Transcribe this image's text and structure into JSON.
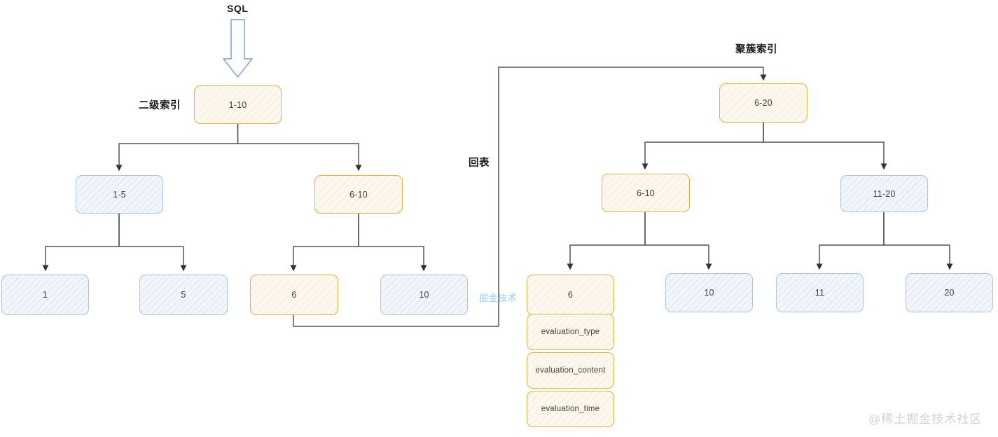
{
  "diagram": {
    "title_sql": "SQL",
    "annotations": {
      "secondary_index": "二级索引",
      "clustered_index": "聚簇索引",
      "back_to_table": "回表"
    },
    "colors": {
      "orange_border": "#e0b13c",
      "orange_fill": "#fdf8ee",
      "blue_border": "#a8c4e0",
      "blue_fill": "#f2f6fb",
      "edge": "#555555",
      "sql_arrow_border": "#8fa9d4",
      "watermark": "#d2d2d2",
      "watermark_blue": "#7ec8ef"
    },
    "secondary_index_tree": {
      "root": {
        "label": "1-10",
        "style": "orange"
      },
      "level2": [
        {
          "label": "1-5",
          "style": "blue"
        },
        {
          "label": "6-10",
          "style": "orange"
        }
      ],
      "leaves": [
        {
          "label": "1",
          "style": "blue"
        },
        {
          "label": "5",
          "style": "blue"
        },
        {
          "label": "6",
          "style": "orange"
        },
        {
          "label": "10",
          "style": "blue"
        }
      ]
    },
    "clustered_index_tree": {
      "root": {
        "label": "6-20",
        "style": "orange"
      },
      "level2": [
        {
          "label": "6-10",
          "style": "orange"
        },
        {
          "label": "11-20",
          "style": "blue"
        }
      ],
      "leaves": [
        {
          "label": "6",
          "style": "orange"
        },
        {
          "label": "10",
          "style": "blue"
        },
        {
          "label": "11",
          "style": "blue"
        },
        {
          "label": "20",
          "style": "blue"
        }
      ]
    },
    "record_stack": [
      {
        "label": "6"
      },
      {
        "label": "evaluation_type"
      },
      {
        "label": "evaluation_content"
      },
      {
        "label": "evaluation_time"
      }
    ],
    "watermarks": {
      "corner": "@稀土掘金技术社区",
      "inline": "掘金技术"
    }
  }
}
